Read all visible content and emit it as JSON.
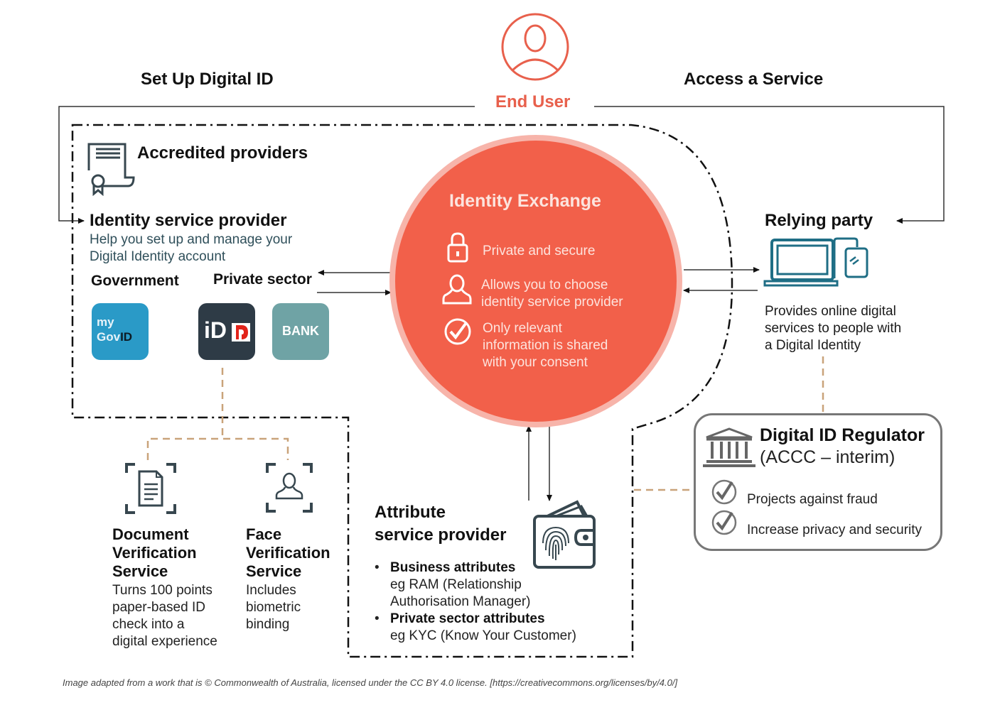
{
  "headers": {
    "set_up": "Set Up Digital ID",
    "access": "Access a Service",
    "end_user": "End User"
  },
  "accredited": {
    "title": "Accredited providers"
  },
  "identity_service_provider": {
    "title": "Identity  service provider",
    "desc_line1": "Help you set up and manage your",
    "desc_line2": "Digital Identity  account",
    "government_label": "Government",
    "private_label": "Private sector",
    "tiles": [
      {
        "name": "mygovid",
        "line1": "my",
        "line2a": "Gov",
        "line2b": "ID",
        "color": "#2a9ac7"
      },
      {
        "name": "australia-post-id",
        "text": "iD",
        "color": "#2e3b46"
      },
      {
        "name": "bank",
        "text": "BANK",
        "color": "#6fa3a5"
      }
    ]
  },
  "identity_exchange": {
    "title": "Identity  Exchange",
    "items": [
      {
        "icon": "lock-icon",
        "lines": [
          "Private and secure"
        ]
      },
      {
        "icon": "user-icon",
        "lines": [
          "Allows you to choose",
          "identity service provider"
        ]
      },
      {
        "icon": "check-circle-icon",
        "lines": [
          "Only  relevant",
          "information is shared",
          "with your consent"
        ]
      }
    ]
  },
  "relying_party": {
    "title": "Relying  party",
    "desc": [
      "Provides online digital",
      "services to people with",
      "a Digital Identity"
    ]
  },
  "regulator": {
    "title": "Digital  ID  Regulator",
    "subtitle": "(ACCC  –  interim)",
    "items": [
      "Projects against fraud",
      "Increase  privacy  and  security"
    ]
  },
  "doc_verification": {
    "title": [
      "Document",
      "Verification",
      "Service"
    ],
    "desc": [
      "Turns  100 points",
      "paper-based ID",
      "check into a",
      "digital experience"
    ]
  },
  "face_verification": {
    "title": [
      "Face",
      "Verification",
      "Service"
    ],
    "desc": [
      "Includes",
      "biometric",
      "binding"
    ]
  },
  "attribute_provider": {
    "title": [
      "Attribute",
      "service provider"
    ],
    "bullets": [
      {
        "head": "Business attributes",
        "body": [
          "eg RAM (Relationship",
          "Authorisation Manager)"
        ]
      },
      {
        "head": "Private sector attributes",
        "body": [
          "eg KYC (Know Your  Customer)"
        ]
      }
    ]
  },
  "colors": {
    "accent_orange": "#f2604a",
    "accent_pink": "#f7b4aa",
    "teal_icon": "#1f6e85",
    "dark_icon": "#37474f",
    "connector_tan": "#c9a37a"
  },
  "footer": "Image adapted from a work that is © Commonwealth of Australia, licensed under the CC BY  4.0 license. [https://creativecommons.org/licenses/by/4.0/]"
}
